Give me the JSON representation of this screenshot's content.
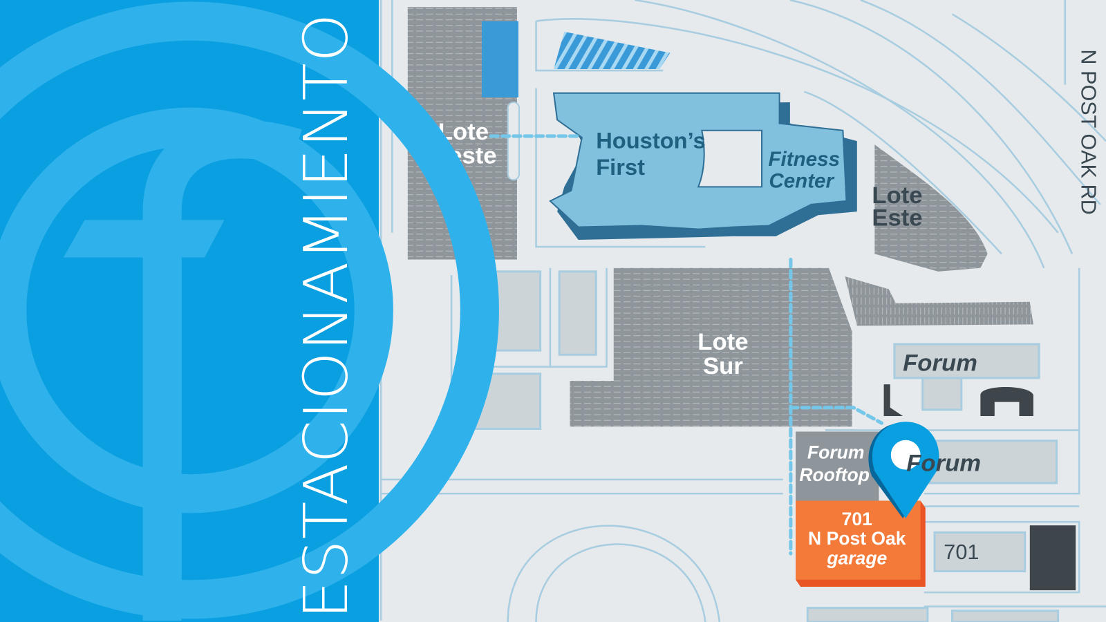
{
  "side_panel": {
    "title": "ESTACIONAMIENTO",
    "color": "#0a9fe0"
  },
  "map": {
    "street_label": "N POST OAK RD",
    "lots": [
      {
        "name": "lote-oeste",
        "line1": "Lote",
        "line2": "Oeste"
      },
      {
        "name": "lote-sur",
        "line1": "Lote",
        "line2": "Sur"
      },
      {
        "name": "lote-este",
        "line1": "Lote",
        "line2": "Este"
      }
    ],
    "buildings": {
      "houstons_first": {
        "line1": "Houston’s",
        "line2": "First"
      },
      "fitness_center": {
        "line1": "Fitness",
        "line2": "Center"
      },
      "forum_top": "Forum",
      "forum_bottom": "Forum",
      "building_701": "701",
      "forum_rooftop": {
        "line1": "Forum",
        "line2": "Rooftop"
      }
    },
    "destination": {
      "line1": "701",
      "line2": "N Post Oak",
      "line3": "garage",
      "color": "#f47a3a"
    },
    "pin_color": "#0a9fe0"
  }
}
